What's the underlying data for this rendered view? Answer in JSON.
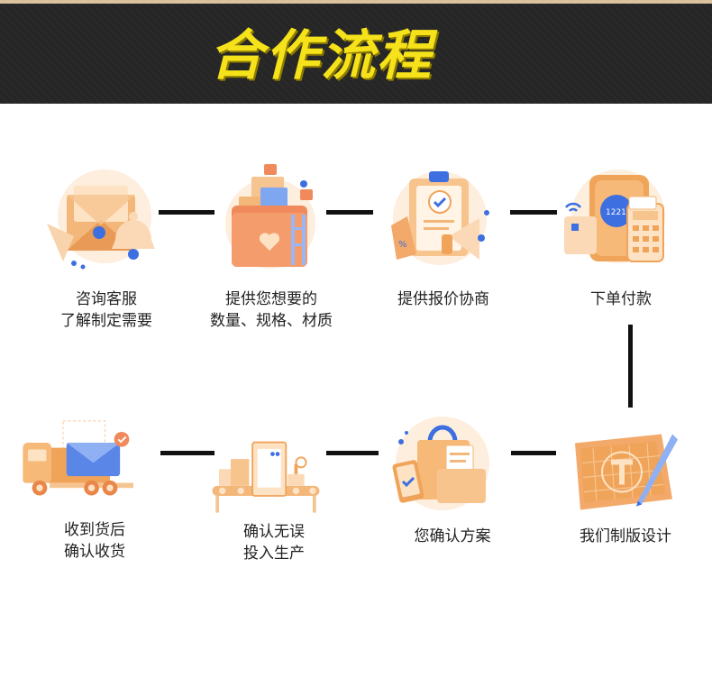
{
  "header": {
    "title": "合作流程"
  },
  "steps": [
    {
      "icon": "envelope-bell-icon",
      "lines": [
        "咨询客服",
        "了解制定需要"
      ]
    },
    {
      "icon": "folder-heart-icon",
      "lines": [
        "提供您想要的",
        "数量、规格、材质"
      ]
    },
    {
      "icon": "clipboard-megaphone-icon",
      "lines": [
        "提供报价协商"
      ]
    },
    {
      "icon": "card-payment-icon",
      "lines": [
        "下单付款"
      ]
    },
    {
      "icon": "blueprint-pen-icon",
      "lines": [
        "我们制版设计"
      ]
    },
    {
      "icon": "shopping-bag-icon",
      "lines": [
        "您确认方案"
      ]
    },
    {
      "icon": "production-line-icon",
      "lines": [
        "确认无误",
        "投入生产"
      ]
    },
    {
      "icon": "delivery-truck-icon",
      "lines": [
        "收到货后",
        "确认收货"
      ]
    }
  ],
  "colors": {
    "header_bg": "#262626",
    "title_yellow": "#f5e21a",
    "connector": "#111111",
    "icon_orange": "#f0a45a",
    "icon_light": "#fde6cf",
    "icon_blue": "#3d6fe0"
  }
}
